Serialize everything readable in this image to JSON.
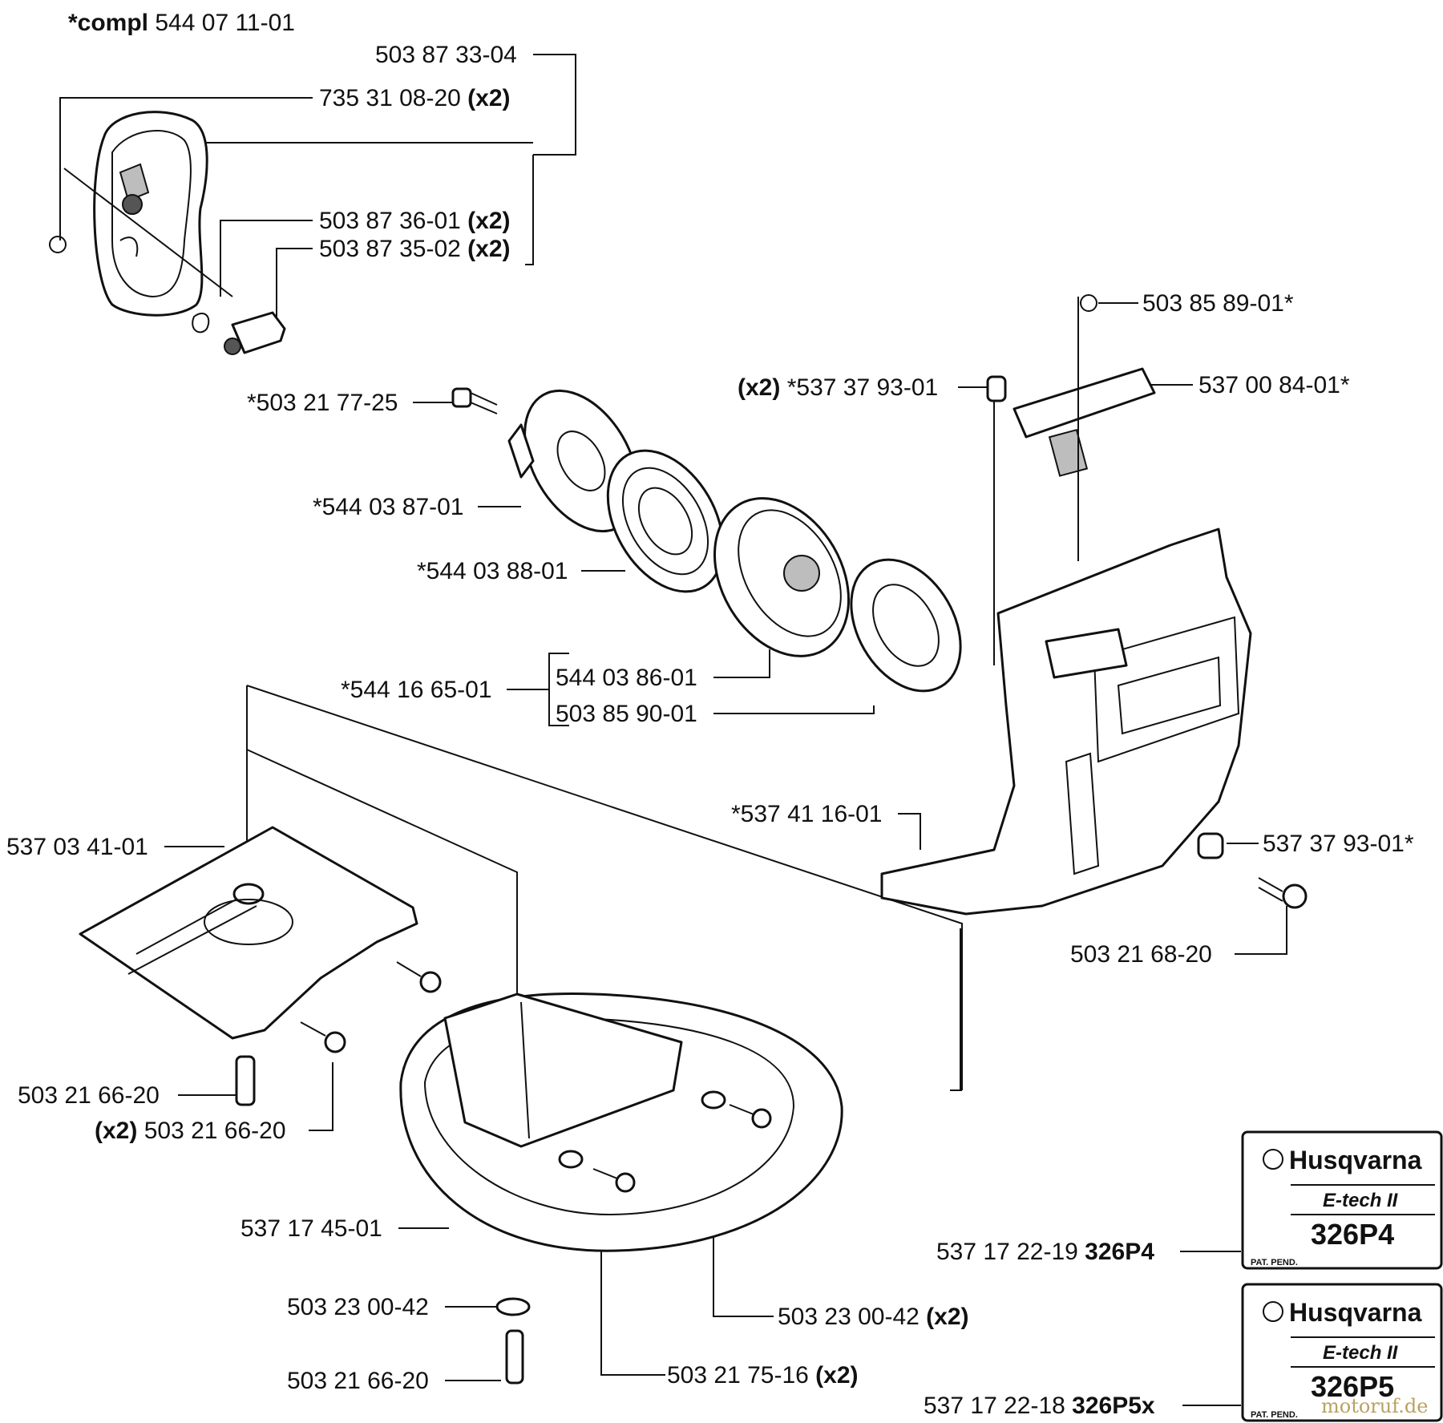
{
  "labels": {
    "compl_prefix": "*compl",
    "compl": "544 07 11-01",
    "p503873304": "503 87 33-04",
    "p735310820": "735 31 08-20",
    "p503873601": "503 87 36-01",
    "p503873502": "503 87 35-02",
    "p503858901": "503 85 89-01*",
    "p537379301_top": "*537 37 93-01",
    "p537008401": "537 00 84-01*",
    "p503217725": "*503 21 77-25",
    "p544038701": "*544 03 87-01",
    "p544038801": "*544 03 88-01",
    "p544166501": "*544 16 65-01",
    "p544038601": "544 03 86-01",
    "p503859001": "503 85 90-01",
    "p537411601": "*537 41 16-01",
    "p537379301_side": "537 37 93-01*",
    "p503216820": "503 21 68-20",
    "p537034101": "537 03 41-01",
    "p503216620_a": "503 21 66-20",
    "p503216620_b": "503 21 66-20",
    "p537174501": "537 17 45-01",
    "p503230042_a": "503 23 00-42",
    "p503230042_b": "503 23 00-42",
    "p503216620_c": "503 21 66-20",
    "p503217516": "503 21 75-16",
    "p537172219": "537 17 22-19",
    "model1": "326P4",
    "p537172218": "537 17 22-18",
    "model2": "326P5x",
    "qty": "(x2)"
  },
  "decals": [
    {
      "brand": "Husqvarna",
      "series": "E-tech II",
      "model": "326P4",
      "note": "PAT. PEND."
    },
    {
      "brand": "Husqvarna",
      "series": "E-tech II",
      "model": "326P5",
      "note": "PAT. PEND."
    }
  ],
  "watermark": "motoruf.de"
}
